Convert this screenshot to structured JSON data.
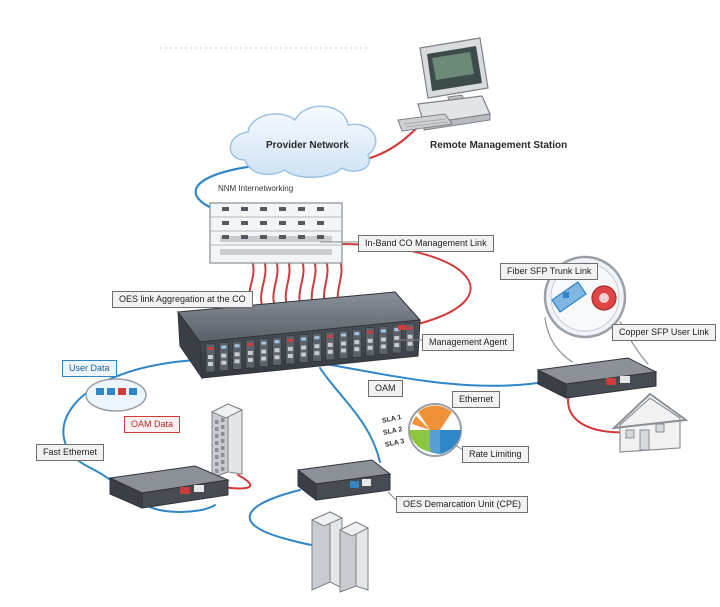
{
  "labels": {
    "provider_network": "Provider Network",
    "remote_management_station": "Remote Management Station",
    "nnm_internetworking": "NNM Internetworking",
    "in_band_management_link": "In-Band CO Management Link",
    "link_aggregation": "OES link Aggregation at the CO",
    "fiber_sfp_trunk_link": "Fiber SFP Trunk Link",
    "copper_sfp_user_link": "Copper SFP User Link",
    "management_agent": "Management Agent",
    "user_data": "User Data",
    "oam_data": "OAM Data",
    "oam": "OAM",
    "ethernet": "Ethernet",
    "fast_ethernet": "Fast Ethernet",
    "rate_limiting": "Rate Limiting",
    "demarcation_unit": "OES Demarcation Unit (CPE)",
    "bands": [
      "SLA 1",
      "SLA 2",
      "SLA 3"
    ]
  },
  "colors": {
    "copper_link": "#d23b3b",
    "fiber_link": "#2f86c8",
    "chassis": "#4a4f57",
    "cloud": "#e8f2fb",
    "band_orange": "#f0923a",
    "band_green": "#8cc63f",
    "band_blue": "#2f86c8"
  },
  "icons": [
    "cloud-icon",
    "workstation-icon",
    "switch-chassis-icon",
    "aggregation-chassis-icon",
    "demarcation-unit-icon",
    "house-icon",
    "office-tower-icon",
    "twin-towers-icon",
    "sfp-module-icon",
    "magnifier-icon"
  ]
}
